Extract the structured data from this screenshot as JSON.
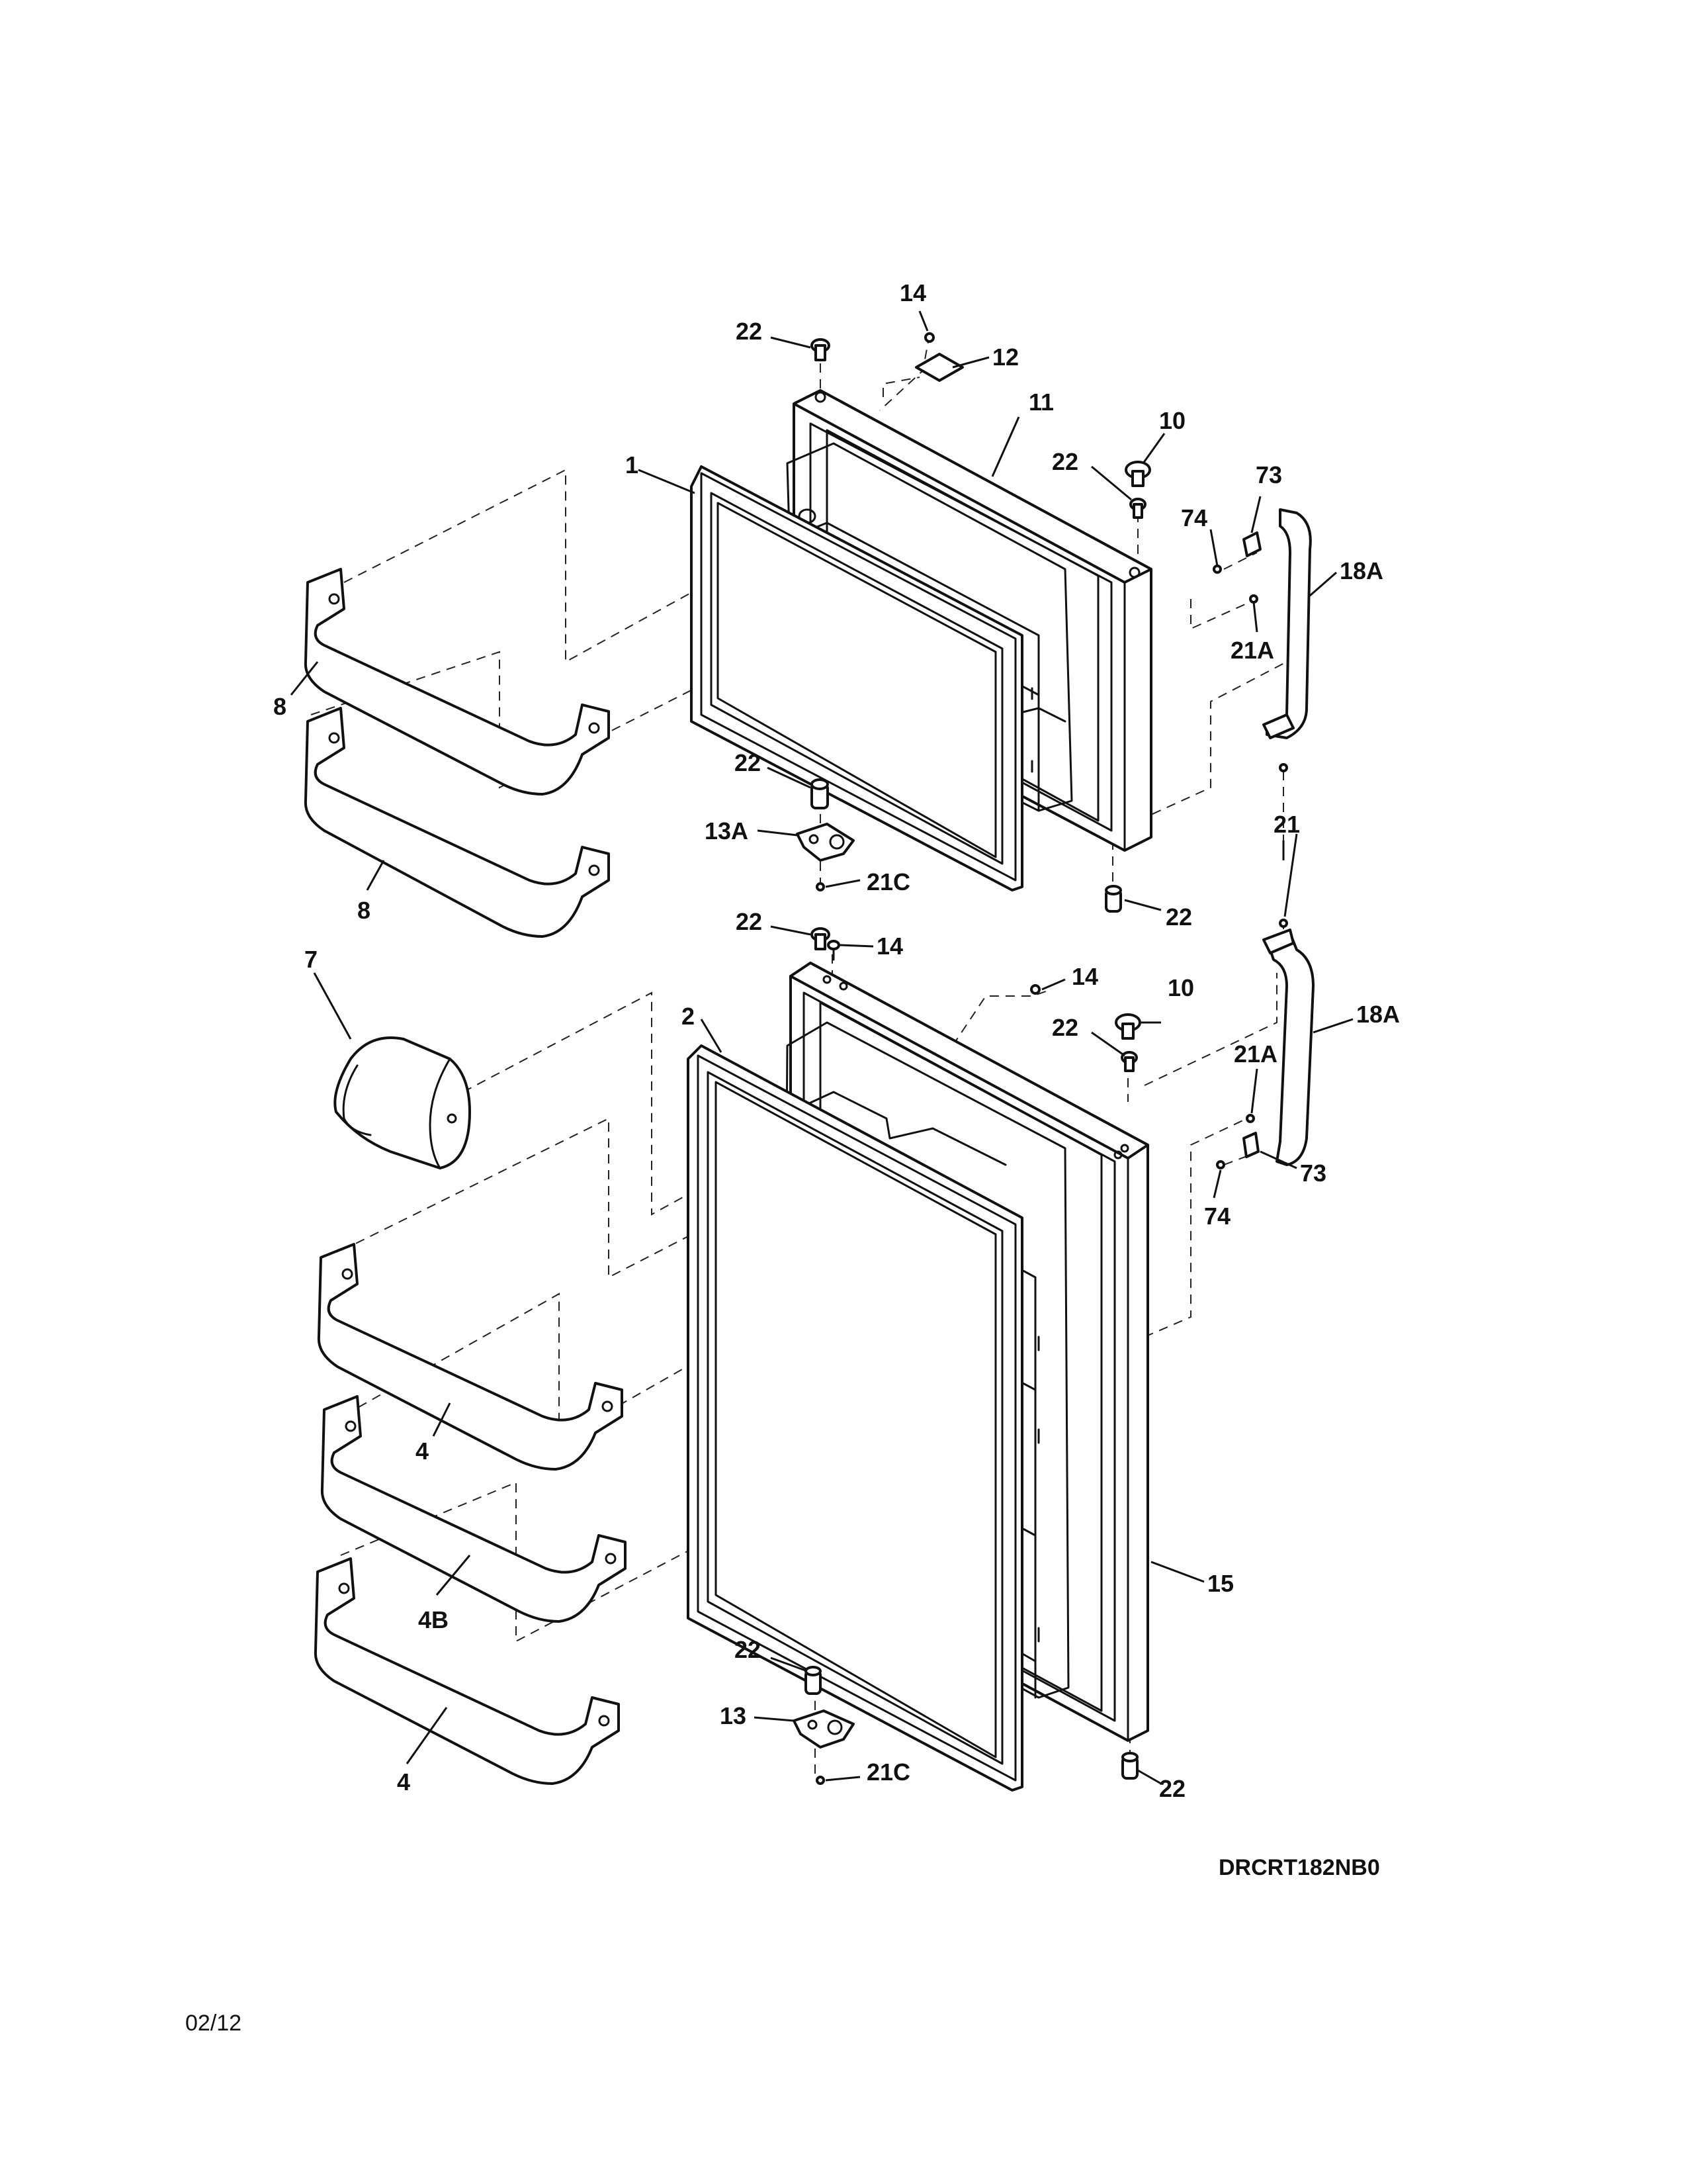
{
  "diagram": {
    "drawing_code": "DRCRT182NB0",
    "date": "02/12",
    "callouts": {
      "freezer_top_screw": "22",
      "freezer_top_screw_small": "14",
      "freezer_label_plate": "12",
      "freezer_door": "11",
      "freezer_plug": "10",
      "freezer_right_screw": "22",
      "freezer_gasket": "1",
      "freezer_clip": "73",
      "freezer_clip_screw": "74",
      "freezer_handle": "18A",
      "freezer_handle_screw": "21A",
      "freezer_bin_upper": "8",
      "freezer_bin_lower": "8",
      "freezer_bottom_stud": "22",
      "freezer_hinge": "13A",
      "freezer_hinge_screw": "21C",
      "freezer_right_bottom_stud": "22",
      "handle_mid_screw": "21",
      "fresh_top_screw": "22",
      "fresh_top_screw_small": "14",
      "fresh_right_small": "14",
      "fresh_plug": "10",
      "fresh_right_screw": "22",
      "fresh_gasket": "2",
      "dairy_door": "7",
      "fresh_handle": "18A",
      "fresh_handle_screw": "21A",
      "fresh_clip": "73",
      "fresh_clip_screw": "74",
      "shelf_bin_upper": "4",
      "shelf_bin_middle": "4B",
      "shelf_bin_lower": "4",
      "fresh_door": "15",
      "fresh_bottom_stud": "22",
      "fresh_hinge": "13",
      "fresh_hinge_screw": "21C",
      "fresh_right_bottom_stud": "22"
    }
  }
}
